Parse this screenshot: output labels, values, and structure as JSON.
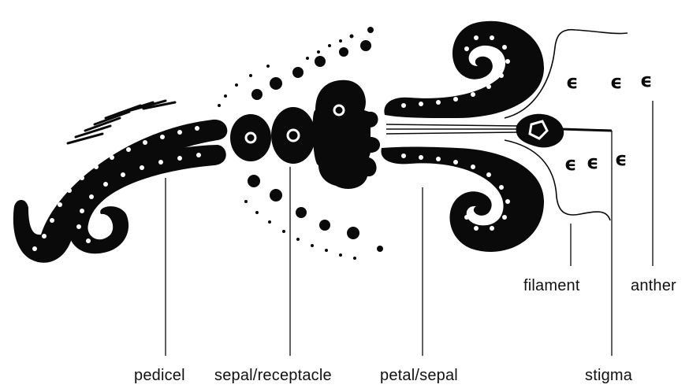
{
  "diagram": {
    "ink_color": "#0a0a0a",
    "paper_color": "#ffffff",
    "labels": {
      "pedicel": "pedicel",
      "sepal_receptacle": "sepal/receptacle",
      "petal_sepal": "petal/sepal",
      "stigma": "stigma",
      "filament": "filament",
      "anther": "anther"
    },
    "anther_glyph": "ϵ"
  }
}
